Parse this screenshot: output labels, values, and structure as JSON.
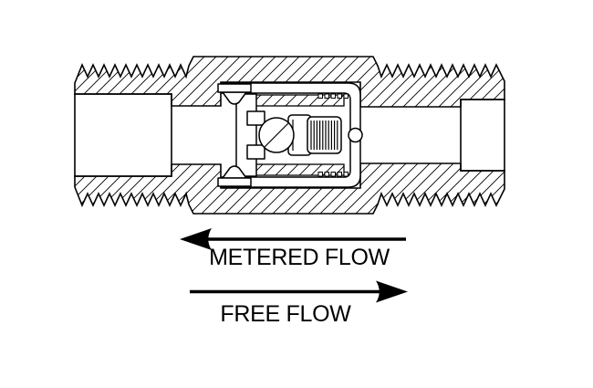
{
  "diagram": {
    "kind": "valve-cross-section",
    "subject": "in-line check valve with metered and free flow directions",
    "background_color": "#ffffff",
    "ink_color": "#000000",
    "metered_flow_label": "METERED FLOW",
    "metered_flow_direction": "left",
    "free_flow_label": "FREE FLOW",
    "free_flow_direction": "right"
  }
}
